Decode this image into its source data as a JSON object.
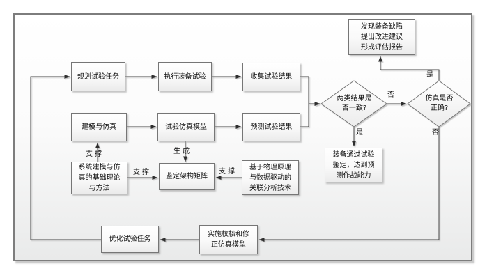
{
  "diagram": {
    "nodes": {
      "plan_test_task": "规划试验任务",
      "execute_equipment_test": "执行装备试验",
      "collect_test_results": "收集试验结果",
      "modeling_simulation": "建模与仿真",
      "test_simulation_model": "试验仿真模型",
      "predict_test_results": "预测试验结果",
      "defect_report": "发现装备缺陷\n提出改进建议\n形成评估报告",
      "equipment_pass": "装备通过试验\n鉴定，达到预\n测作战能力",
      "system_theory": "系统建模与仿\n真的基础理论\n与方法",
      "appraisal_matrix": "鉴定架构矩阵",
      "physics_analysis": "基于物理原理\n与数据驱动的\n关联分析技术",
      "implement_verify": "实施校核和修\n正仿真模型",
      "optimize_test_task": "优化试验任务"
    },
    "decisions": {
      "results_consistent": "两类结果是\n否一致?",
      "simulation_correct": "仿真是否\n正确?"
    },
    "edge_labels": {
      "support_up": "支 撑",
      "support_right": "支 撑",
      "support_left": "支 撑",
      "generate": "生 成",
      "yes_consistent": "是",
      "no_consistent": "否",
      "yes_correct": "是",
      "no_correct": "否"
    },
    "colors": {
      "frame_border": "#7d7d7d",
      "node_border": "#767676",
      "wire": "#454545",
      "fill_bottom": "#ebebeb"
    }
  }
}
